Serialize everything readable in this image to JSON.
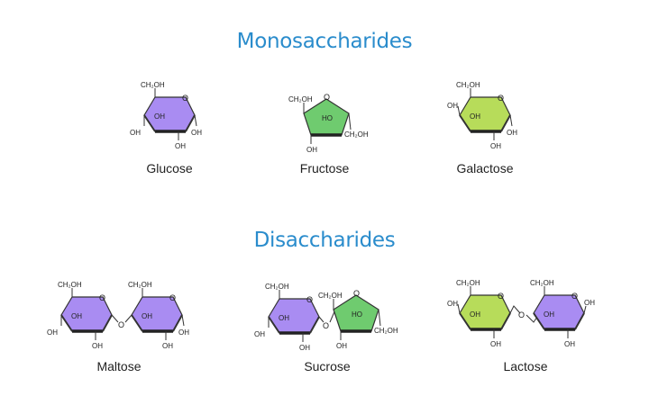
{
  "sections": {
    "mono": {
      "title": "Monosaccharides"
    },
    "di": {
      "title": "Disaccharides"
    }
  },
  "colors": {
    "title": "#2a8ccc",
    "glucose": "#a98cf2",
    "fructose": "#6fcb6f",
    "galactose": "#b7dc5a",
    "bond": "#333333"
  },
  "molecules": {
    "glucose": {
      "name": "Glucose",
      "groups": [
        "CH2OH",
        "O",
        "OH",
        "OH",
        "OH",
        "OH"
      ]
    },
    "fructose": {
      "name": "Fructose",
      "groups": [
        "CH2OH",
        "O",
        "HO",
        "CH2OH",
        "OH"
      ]
    },
    "galactose": {
      "name": "Galactose",
      "groups": [
        "CH2OH",
        "O",
        "OH",
        "OH",
        "OH",
        "OH"
      ]
    },
    "maltose": {
      "name": "Maltose",
      "components": [
        "glucose",
        "glucose"
      ],
      "link": "O"
    },
    "sucrose": {
      "name": "Sucrose",
      "components": [
        "glucose",
        "fructose"
      ],
      "link": "O"
    },
    "lactose": {
      "name": "Lactose",
      "components": [
        "galactose",
        "glucose"
      ],
      "link": "O"
    }
  },
  "text": {
    "ch2oh": "CH₂OH",
    "oh": "OH",
    "ho": "HO",
    "o": "O"
  }
}
